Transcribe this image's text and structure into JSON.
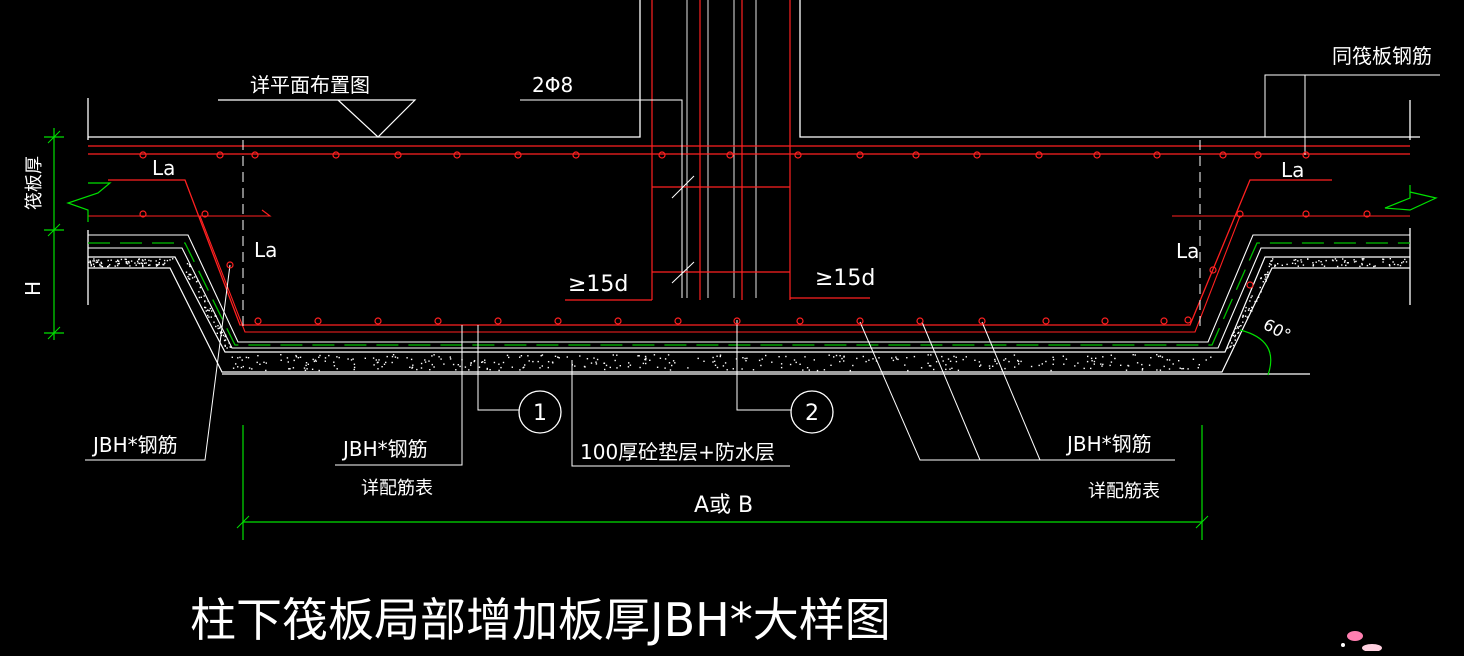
{
  "drawing": {
    "title": "柱下筏板局部增加板厚JBH*大样图",
    "labels": {
      "detail_plan": "详平面布置图",
      "bar_2phi8": "2Φ8",
      "same_as_raft": "同筏板钢筋",
      "raft_thickness": "筏板厚",
      "height": "H",
      "la_left_top": "La",
      "la_left_mid": "La",
      "la_right_top": "La",
      "la_right_mid": "La",
      "anchor_left": "≥15d",
      "anchor_right": "≥15d",
      "angle": "60°",
      "callout_1": "1",
      "callout_2": "2",
      "jbh_left": "JBH*钢筋",
      "jbh_mid": "JBH*钢筋",
      "jbh_mid_note": "详配筋表",
      "cushion": "100厚砼垫层+防水层",
      "jbh_right": "JBH*钢筋",
      "jbh_right_note": "详配筋表",
      "dimension": "A或 B"
    }
  },
  "colors": {
    "background": "#000000",
    "outline": "#ffffff",
    "rebar": "#ff2020",
    "dim": "#00e000",
    "waterproof": "#00c000",
    "blob": "#ff7fb0"
  }
}
